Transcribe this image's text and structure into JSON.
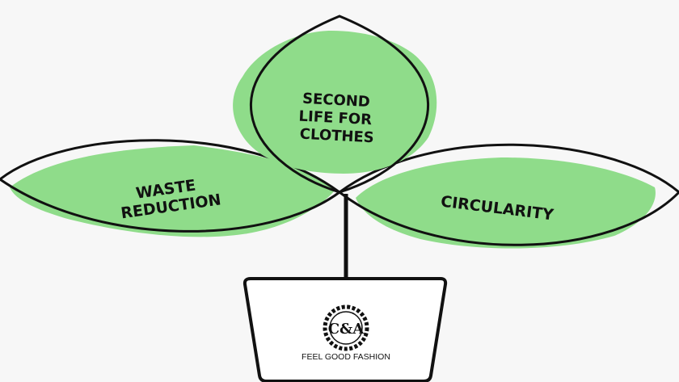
{
  "leaves": {
    "top": {
      "line1": "SECOND",
      "line2": "LIFE FOR",
      "line3": "CLOTHES"
    },
    "left": {
      "line1": "WASTE",
      "line2": "REDUCTION"
    },
    "right": {
      "line1": "CIRCULARITY"
    }
  },
  "pot": {
    "logo": "C&A",
    "tagline": "FEEL GOOD FASHION"
  },
  "colors": {
    "leaf_fill": "#8fdc8a",
    "outline": "#111111",
    "background": "#f7f7f7"
  }
}
